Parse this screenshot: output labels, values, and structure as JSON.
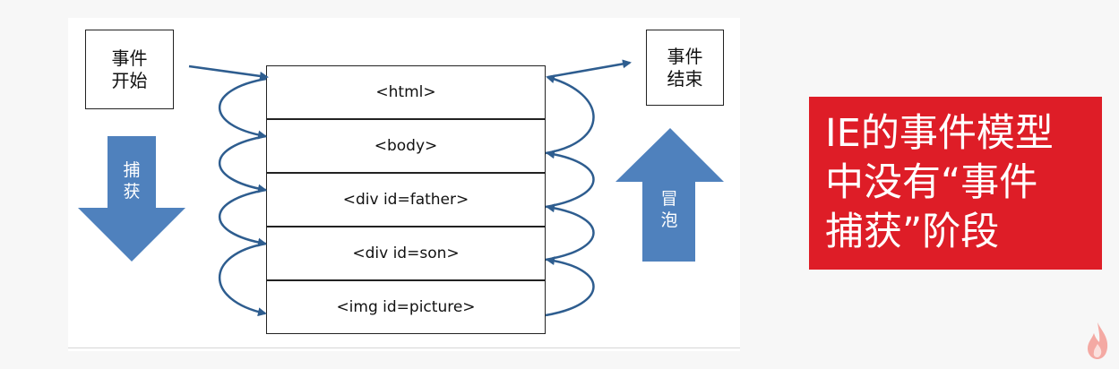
{
  "diagram": {
    "start_box": [
      "事件",
      "开始"
    ],
    "end_box": [
      "事件",
      "结束"
    ],
    "layers": [
      "<html>",
      "<body>",
      "<div id=father>",
      "<div id=son>",
      "<img id=picture>"
    ],
    "capture_arrow": [
      "捕",
      "获"
    ],
    "bubble_arrow": [
      "冒",
      "泡"
    ],
    "colors": {
      "arrow_fill": "#4f81bd",
      "line_stroke": "#2e5d8f",
      "note_bg": "#de1d27"
    }
  },
  "note": {
    "lines": [
      "IE的事件模型",
      "中没有“事件",
      "捕获”阶段"
    ]
  },
  "watermark": {
    "icon": "flame-icon"
  }
}
